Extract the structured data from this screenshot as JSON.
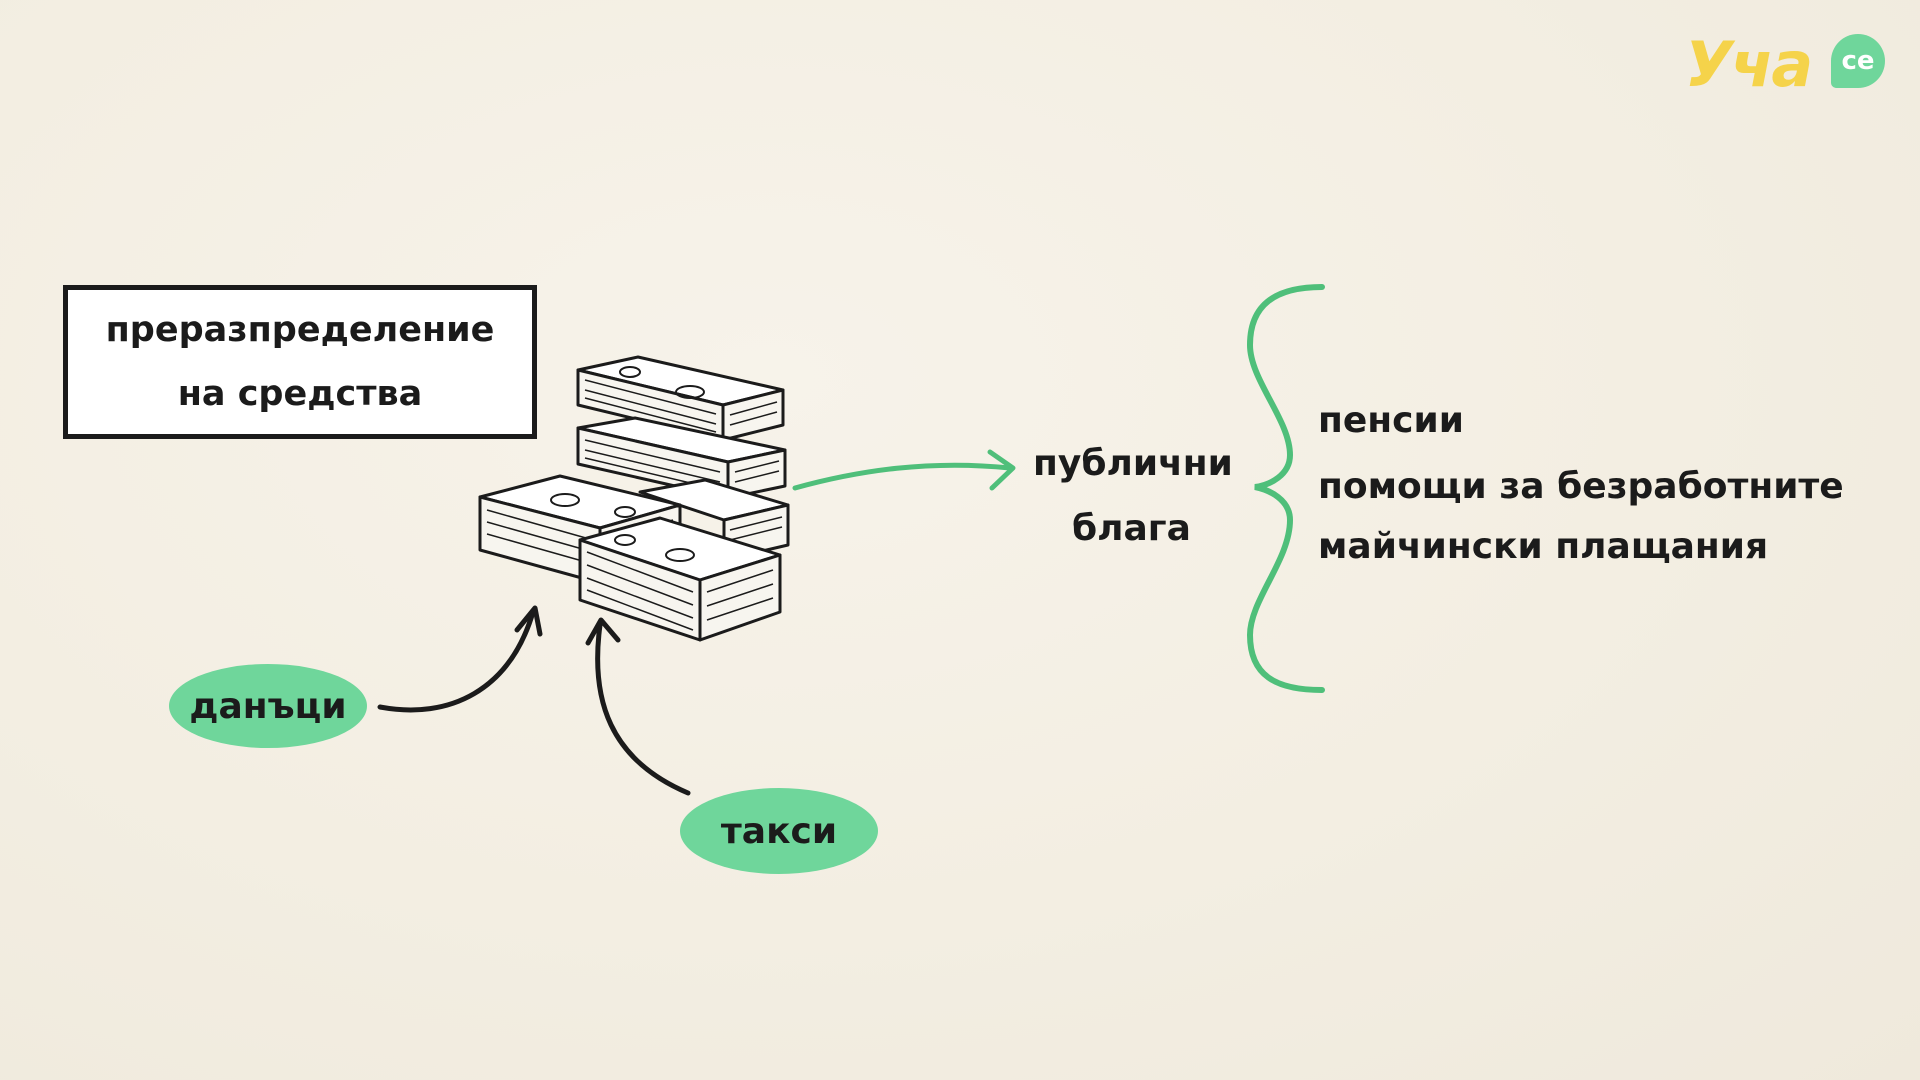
{
  "logo": {
    "text": "Уча",
    "badge": "се"
  },
  "title_box": {
    "line1": "преразпределение",
    "line2": "на средства"
  },
  "sources": {
    "taxes": "данъци",
    "fees": "такси"
  },
  "target": {
    "line1": "публични",
    "line2": "блага"
  },
  "list_items": [
    "пенсии",
    "помощи за безработните",
    "майчински плащания"
  ],
  "colors": {
    "accent_green": "#6fd69b",
    "brace_green": "#4fbf7a",
    "logo_yellow": "#f5d34a",
    "ink": "#1b1b1b",
    "background": "#f4efe4"
  }
}
